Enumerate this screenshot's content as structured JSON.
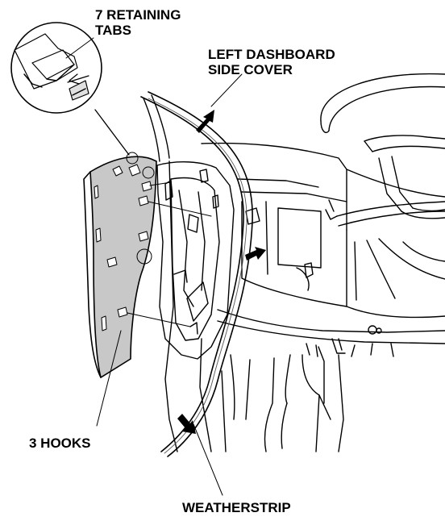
{
  "labels": {
    "retaining_tabs": [
      "7 RETAINING",
      "TABS"
    ],
    "side_cover": [
      "LEFT DASHBOARD",
      "SIDE COVER"
    ],
    "hooks": "3 HOOKS",
    "weatherstrip": "WEATHERSTRIP"
  },
  "colors": {
    "line": "#000000",
    "panel_fill": "#c8c8c8",
    "background": "#ffffff"
  }
}
